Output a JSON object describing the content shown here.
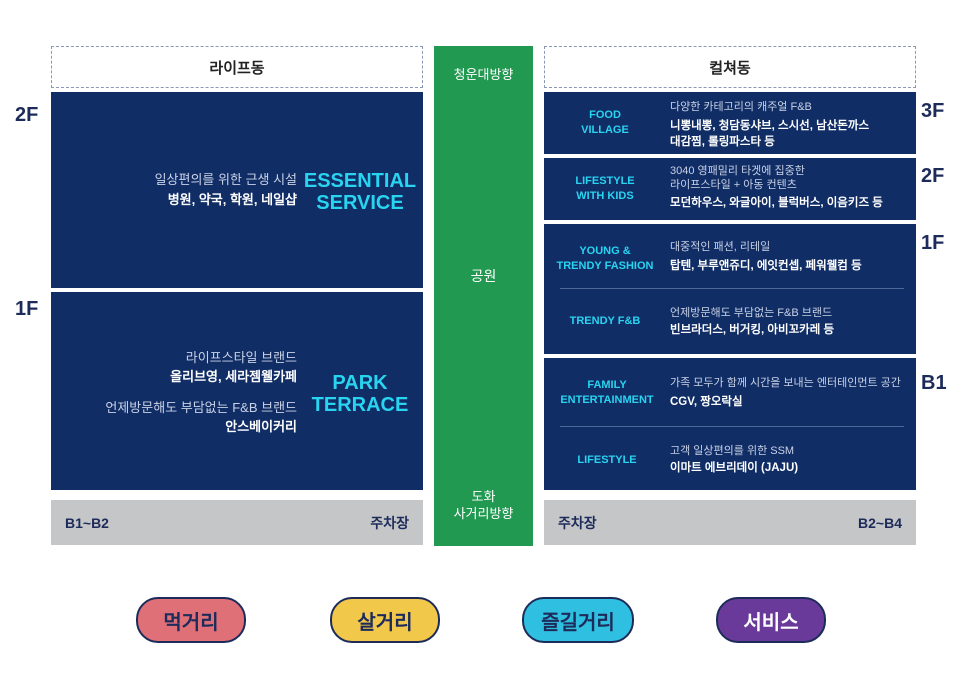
{
  "left": {
    "header": "라이프동",
    "floor_2f": "2F",
    "floor_1f": "1F",
    "upper": {
      "desc": "일상편의를 위한 근생 시설",
      "brands": "병원, 약국, 학원, 네일샵",
      "title_line1": "ESSENTIAL",
      "title_line2": "SERVICE"
    },
    "lower": {
      "desc1": "라이프스타일 브랜드",
      "brands1": "올리브영, 세라젬웰카페",
      "desc2": "언제방문해도 부담없는 F&B 브랜드",
      "brands2": "안스베이커리",
      "title_line1": "PARK",
      "title_line2": "TERRACE"
    },
    "parking_floors": "B1~B2",
    "parking_label": "주차장"
  },
  "center": {
    "top": "청운대방향",
    "middle": "공원",
    "bottom_line1": "도화",
    "bottom_line2": "사거리방향"
  },
  "right": {
    "header": "컬쳐동",
    "floor_3f": "3F",
    "floor_2f": "2F",
    "floor_1f": "1F",
    "floor_b1": "B1",
    "food_village": {
      "cat_line1": "FOOD",
      "cat_line2": "VILLAGE",
      "desc": "다양한 카테고리의 캐주얼 F&B",
      "brands_line1": "니뽕내뽕, 청담동샤브, 스시선, 남산돈까스",
      "brands_line2": "대감찜, 롤링파스타 등"
    },
    "lifestyle_kids": {
      "cat_line1": "LIFESTYLE",
      "cat_line2": "WITH KIDS",
      "desc_line1": "3040 영패밀리 타겟에 집중한",
      "desc_line2": "라이프스타일 + 아동 컨텐츠",
      "brands": "모던하우스, 와글아이, 블럭버스, 이음키즈 등"
    },
    "young_trendy": {
      "cat_line1": "YOUNG &",
      "cat_line2": "TRENDY FASHION",
      "desc": "대중적인 패션, 리테일",
      "brands": "탑텐, 부루앤쥬디, 에잇컨셉, 페워웰컴 등"
    },
    "trendy_fb": {
      "cat": "TRENDY F&B",
      "desc": "언제방문해도 부담없는 F&B 브랜드",
      "brands": "빈브라더스, 버거킹, 아비꼬카레 등"
    },
    "family_ent": {
      "cat_line1": "FAMILY",
      "cat_line2": "ENTERTAINMENT",
      "desc": "가족 모두가 함께 시간을 보내는 엔터테인먼트 공간",
      "brands": "CGV, 짱오락실"
    },
    "lifestyle": {
      "cat": "LIFESTYLE",
      "desc": "고객 일상편의를 위한 SSM",
      "brands": "이마트 에브리데이 (JAJU)"
    },
    "parking_label": "주차장",
    "parking_floors": "B2~B4"
  },
  "legend": [
    {
      "label": "먹거리",
      "color": "#e07078"
    },
    {
      "label": "살거리",
      "color": "#f2c84b"
    },
    {
      "label": "즐길거리",
      "color": "#2fbfe0"
    },
    {
      "label": "서비스",
      "color": "#6a3a9a"
    }
  ]
}
